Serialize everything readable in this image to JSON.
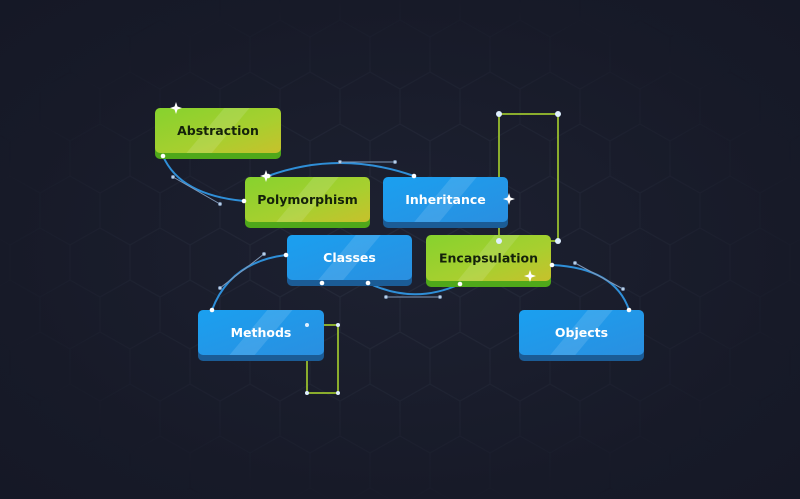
{
  "nodes": {
    "abstraction": {
      "label": "Abstraction",
      "style": "green"
    },
    "polymorphism": {
      "label": "Polymorphism",
      "style": "green"
    },
    "inheritance": {
      "label": "Inheritance",
      "style": "blue"
    },
    "classes": {
      "label": "Classes",
      "style": "blue"
    },
    "encapsulation": {
      "label": "Encapsulation",
      "style": "green"
    },
    "methods": {
      "label": "Methods",
      "style": "blue"
    },
    "objects": {
      "label": "Objects",
      "style": "blue"
    }
  },
  "colors": {
    "background": "#181b2a",
    "green_node": "#8ccf2a",
    "blue_node": "#1e96e8",
    "connector": "#2f8fd8",
    "selection_frame": "#a6d12e"
  }
}
